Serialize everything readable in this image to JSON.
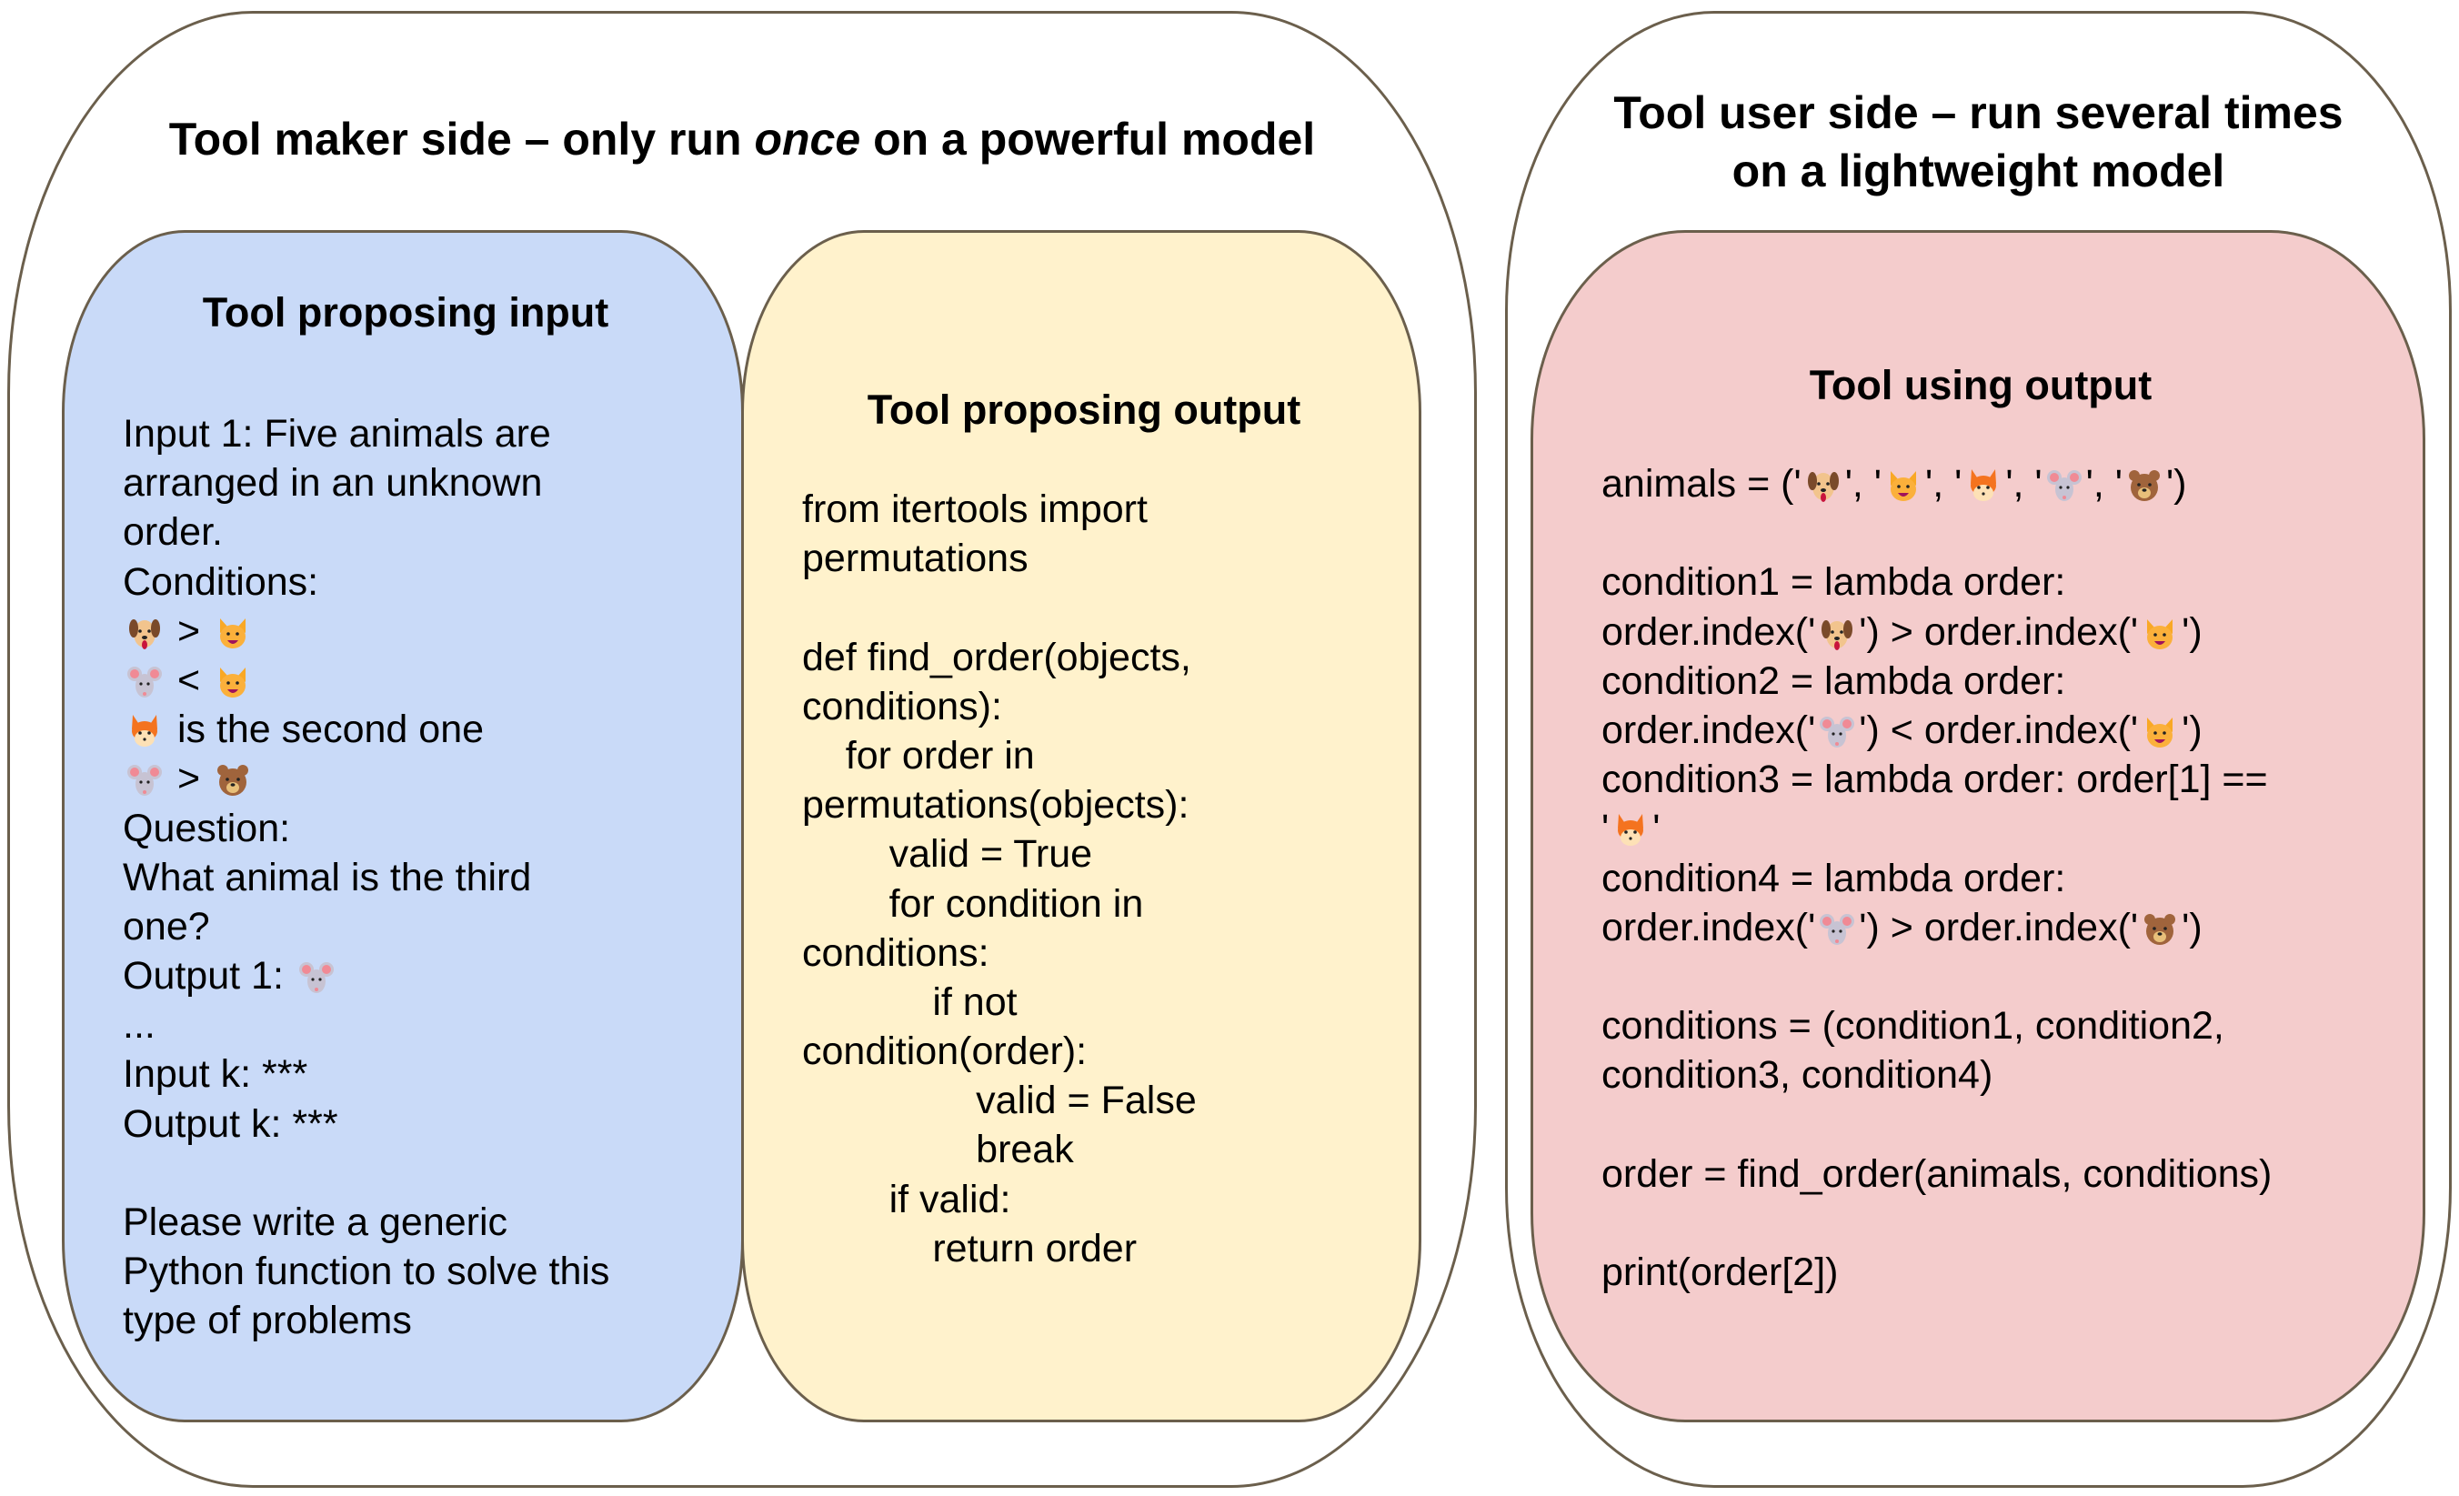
{
  "maker_side": {
    "title_before": "Tool maker side – only run ",
    "title_emph": "once",
    "title_after": " on a powerful model"
  },
  "user_side": {
    "title_line1": "Tool user side – run several times",
    "title_line2": "on a lightweight model"
  },
  "colors": {
    "proposing_input_bg": "#c9daf8",
    "proposing_output_bg": "#fff2cc",
    "using_output_bg": "#f4cccc",
    "border": "#6b5f4c"
  },
  "proposing_input": {
    "heading": "Tool proposing input",
    "lines": [
      "Input 1: Five animals are",
      "arranged in an unknown",
      "order.",
      "Conditions:",
      "🐶 > 😺",
      "🐭 < 😺",
      "🦊 is the second one",
      "🐭 > 🐻",
      "Question:",
      "What animal is the third",
      "one?",
      "Output 1: 🐭",
      "...",
      "Input k: ***",
      "Output k: ***",
      "",
      "Please write a generic",
      "Python function to solve this",
      "type of problems"
    ]
  },
  "proposing_output": {
    "heading": "Tool proposing output",
    "lines": [
      "from itertools import",
      "permutations",
      "",
      "def find_order(objects,",
      "conditions):",
      "    for order in",
      "permutations(objects):",
      "        valid = True",
      "        for condition in",
      "conditions:",
      "            if not",
      "condition(order):",
      "                valid = False",
      "                break",
      "        if valid:",
      "            return order"
    ]
  },
  "using_output": {
    "heading": "Tool using output",
    "lines": [
      "animals = ('🐶', '😺', '🦊', '🐭', '🐻')",
      "",
      "condition1 = lambda order:",
      "order.index('🐶') > order.index('😺')",
      "condition2 = lambda order:",
      "order.index('🐭') < order.index('😺')",
      "condition3 = lambda order: order[1] ==",
      "'🦊'",
      "condition4 = lambda order:",
      "order.index('🐭') > order.index('🐻')",
      "",
      "conditions = (condition1, condition2,",
      "condition3, condition4)",
      "",
      "order = find_order(animals, conditions)",
      "",
      "print(order[2])"
    ]
  }
}
